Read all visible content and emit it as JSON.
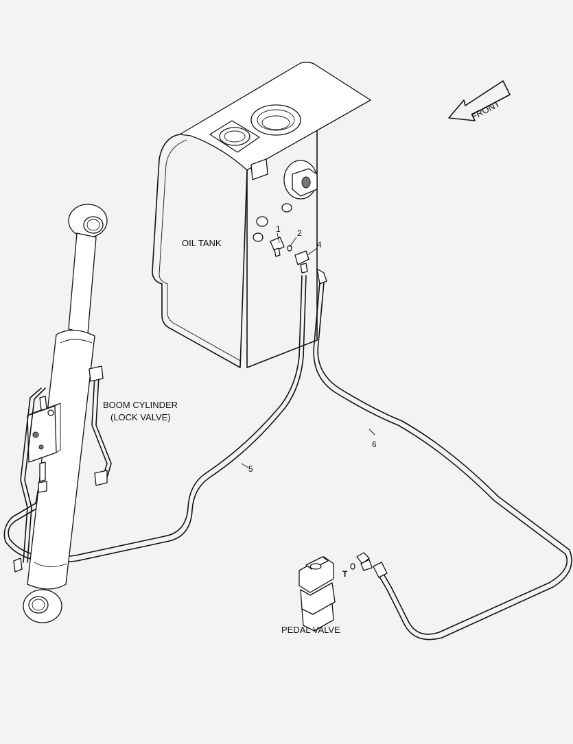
{
  "labels": {
    "front": "FRONT",
    "oil_tank": "OIL TANK",
    "boom_cylinder_line1": "BOOM CYLINDER",
    "boom_cylinder_line2": "(LOCK VALVE)",
    "pedal_valve": "PEDAL VALVE",
    "port_t": "T"
  },
  "callouts": [
    "1",
    "2",
    "4",
    "5",
    "6"
  ],
  "colors": {
    "background": "#f3f3f3",
    "line": "#111111"
  }
}
